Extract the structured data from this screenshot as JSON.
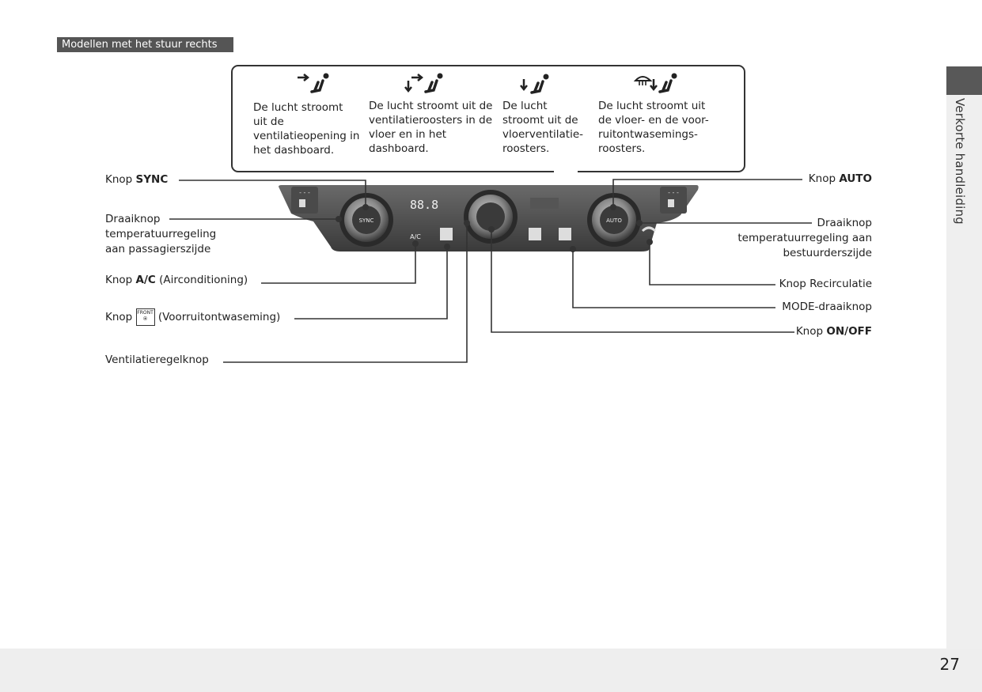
{
  "header": {
    "tag": "Modellen met het stuur rechts"
  },
  "side": {
    "section": "Verkorte handleiding"
  },
  "footer": {
    "page_number": "27"
  },
  "modes": [
    {
      "text": "De lucht stroomt uit de ventilatieopening in het dashboard.",
      "icon": "dashboard-vent-mode-icon"
    },
    {
      "text": "De lucht stroomt uit de ventilatieroosters in de vloer en in het dashboard.",
      "icon": "bilevel-mode-icon"
    },
    {
      "text": "De lucht stroomt uit de vloerventilatie-roosters.",
      "icon": "floor-mode-icon"
    },
    {
      "text": "De lucht stroomt uit de vloer- en de voor-ruitontwasemings-roosters.",
      "icon": "floor-defrost-mode-icon"
    }
  ],
  "labels": {
    "sync_prefix": "Knop ",
    "sync_bold": "SYNC",
    "pass_dial_1": "Draaiknop",
    "pass_dial_2": "temperatuurregeling",
    "pass_dial_3": "aan passagierszijde",
    "ac_prefix": "Knop ",
    "ac_bold": "A/C",
    "ac_suffix": " (Airconditioning)",
    "defrost_prefix": "Knop ",
    "defrost_suffix": " (Voorruitontwaseming)",
    "defrost_icon_text": "FRONT",
    "fan": "Ventilatieregelknop",
    "auto_prefix": "Knop ",
    "auto_bold": "AUTO",
    "drv_dial_1": "Draaiknop",
    "drv_dial_2": "temperatuurregeling aan",
    "drv_dial_3": "bestuurderszijde",
    "recirc": "Knop Recirculatie",
    "mode_dial": "MODE-draaiknop",
    "onoff_prefix": "Knop ",
    "onoff_bold": "ON/OFF"
  },
  "panel": {
    "sync_text": "SYNC",
    "auto_text": "AUTO",
    "ac_text": "A/C",
    "temp_display": "88.8",
    "colors": {
      "panel_dark": "#3a3a3a",
      "panel_mid": "#5a5a5a",
      "knob": "#8a8a8a"
    }
  }
}
